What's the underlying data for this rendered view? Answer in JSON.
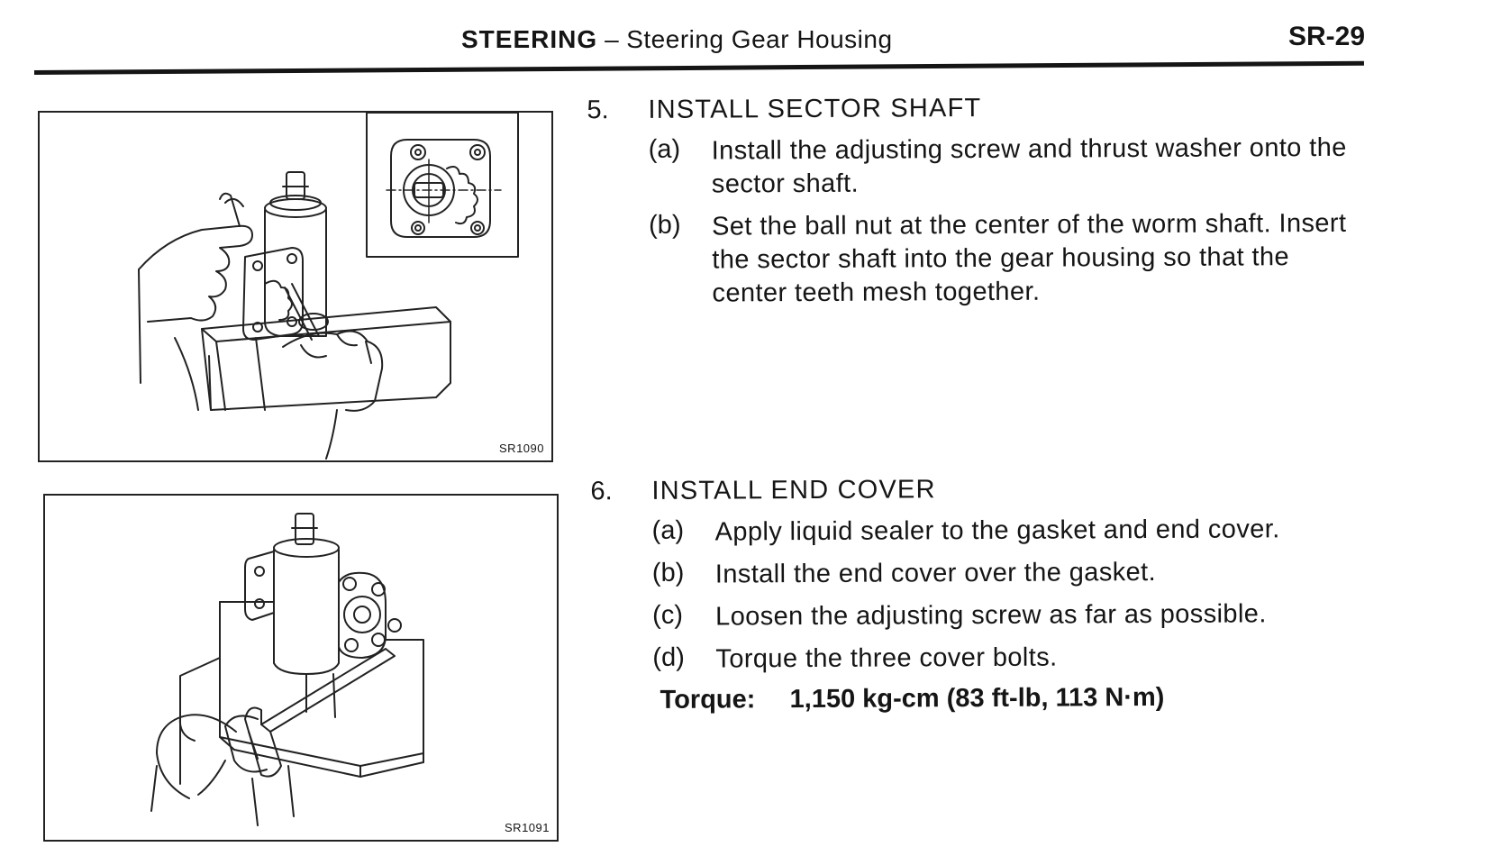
{
  "header": {
    "section": "STEERING",
    "separator": "–",
    "subsection": "Steering Gear Housing",
    "page_number": "SR-29"
  },
  "figures": [
    {
      "label": "SR1090"
    },
    {
      "label": "SR1091"
    }
  ],
  "steps": [
    {
      "number": "5.",
      "title": "INSTALL SECTOR SHAFT",
      "items": [
        {
          "letter": "(a)",
          "text": "Install the adjusting screw and thrust washer onto the sector shaft."
        },
        {
          "letter": "(b)",
          "text": "Set the ball nut at the center of the worm shaft. Insert the sector shaft into the gear housing so that the center teeth mesh together."
        }
      ]
    },
    {
      "number": "6.",
      "title": "INSTALL END COVER",
      "items": [
        {
          "letter": "(a)",
          "text": "Apply liquid sealer to the gasket and end cover."
        },
        {
          "letter": "(b)",
          "text": "Install the end cover over the gasket."
        },
        {
          "letter": "(c)",
          "text": "Loosen the adjusting screw as far as possible."
        },
        {
          "letter": "(d)",
          "text": "Torque the three cover bolts."
        }
      ],
      "torque": {
        "label": "Torque:",
        "value": "1,150 kg-cm (83 ft-lb, 113 N·m)"
      }
    }
  ]
}
